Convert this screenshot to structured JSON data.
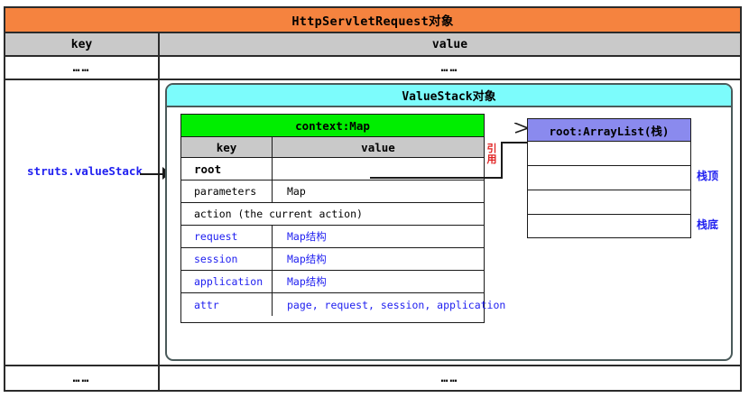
{
  "outer": {
    "title": "HttpServletRequest对象",
    "header": {
      "key": "key",
      "value": "value"
    },
    "dots_row_top": {
      "key": "……",
      "value": "……"
    },
    "dots_row_bottom": {
      "key": "……",
      "value": "……"
    },
    "struts_key_label": "struts.valueStack"
  },
  "valuestack": {
    "title": "ValueStack对象"
  },
  "context": {
    "title": "context:Map",
    "header": {
      "key": "key",
      "value": "value"
    },
    "rows": [
      {
        "key": "root",
        "value": "",
        "key_bold": true,
        "spans": false,
        "key_blue": false,
        "value_blue": false
      },
      {
        "key": "parameters",
        "value": "Map",
        "key_bold": false,
        "spans": false,
        "key_blue": false,
        "value_blue": false
      },
      {
        "key": "action (the current action)",
        "value": "",
        "key_bold": false,
        "spans": true,
        "key_blue": false,
        "value_blue": false
      },
      {
        "key": "request",
        "value": "Map结构",
        "key_bold": false,
        "spans": false,
        "key_blue": true,
        "value_blue": true
      },
      {
        "key": "session",
        "value": "Map结构",
        "key_bold": false,
        "spans": false,
        "key_blue": true,
        "value_blue": true
      },
      {
        "key": "application",
        "value": "Map结构",
        "key_bold": false,
        "spans": false,
        "key_blue": true,
        "value_blue": true
      },
      {
        "key": "attr",
        "value": "page, request, session, application",
        "key_bold": false,
        "spans": false,
        "key_blue": true,
        "value_blue": true
      }
    ]
  },
  "reference": {
    "label": "引用"
  },
  "stack": {
    "title": "root:ArrayList(栈)",
    "cells": [
      "",
      "",
      "",
      ""
    ],
    "top_label": "栈顶",
    "bottom_label": "栈底"
  },
  "colors": {
    "outer_title_bg": "#F5833F",
    "table_header_bg": "#C9C9C9",
    "valuestack_title_bg": "#7CFCFC",
    "context_title_bg": "#00EE00",
    "stack_title_bg": "#8A8AEE",
    "blue_text": "#2020F0",
    "red_text": "#E02020",
    "border": "#1A1A1A"
  }
}
